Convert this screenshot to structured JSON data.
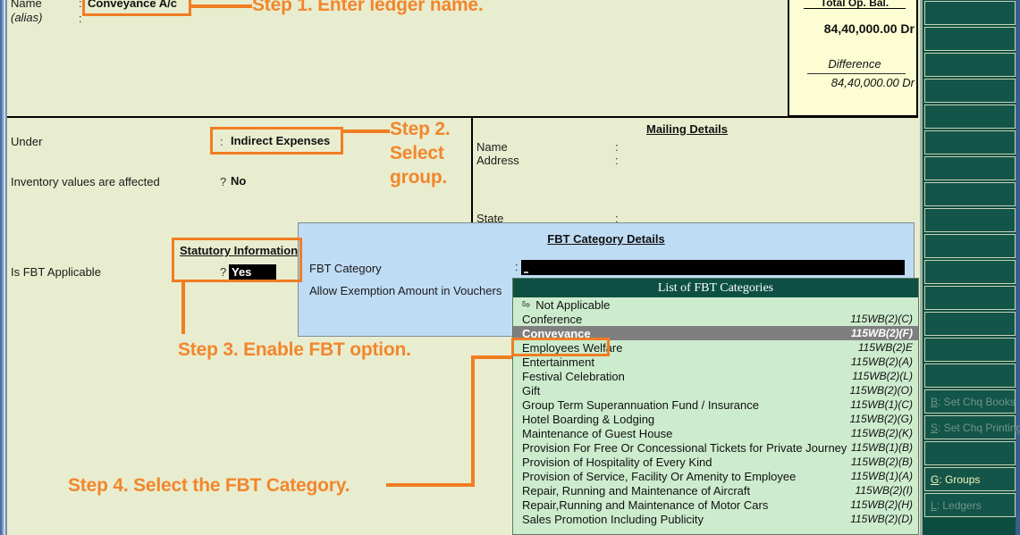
{
  "form": {
    "name_label": "Name",
    "alias_label": "(alias)",
    "name_value": "Conveyance A/c",
    "under_label": "Under",
    "under_value": "Indirect Expenses",
    "inventory_label": "Inventory values are affected",
    "inventory_value": "No",
    "fbt_label": "Is FBT Applicable",
    "fbt_value": "Yes",
    "statutory_heading": "Statutory Information",
    "colon": ":",
    "question": "?"
  },
  "balance": {
    "title": "Total Op. Bal.",
    "amount": "84,40,000.00 Dr",
    "difference_label": "Difference",
    "difference_amount": "84,40,000.00 Dr"
  },
  "mailing": {
    "heading": "Mailing Details",
    "rows": [
      {
        "label": "Name",
        "value": ""
      },
      {
        "label": "Address",
        "value": ""
      },
      {
        "label": "State",
        "value": ""
      }
    ]
  },
  "fbt_dialog": {
    "heading": "FBT Category Details",
    "category_label": "FBT Category",
    "category_value": "",
    "exemption_label": "Allow Exemption Amount in Vouchers"
  },
  "fbt_list": {
    "title": "List of FBT Categories",
    "items": [
      {
        "name": "Not Applicable",
        "code": "",
        "selected": false,
        "enter": true
      },
      {
        "name": "Conference",
        "code": "115WB(2)(C)",
        "selected": false,
        "enter": false
      },
      {
        "name": "Conveyance",
        "code": "115WB(2)(F)",
        "selected": true,
        "enter": false
      },
      {
        "name": "Employees Welfare",
        "code": "115WB(2)E",
        "selected": false,
        "enter": false
      },
      {
        "name": "Entertainment",
        "code": "115WB(2)(A)",
        "selected": false,
        "enter": false
      },
      {
        "name": "Festival Celebration",
        "code": "115WB(2)(L)",
        "selected": false,
        "enter": false
      },
      {
        "name": "Gift",
        "code": "115WB(2)(O)",
        "selected": false,
        "enter": false
      },
      {
        "name": "Group Term Superannuation Fund / Insurance",
        "code": "115WB(1)(C)",
        "selected": false,
        "enter": false
      },
      {
        "name": "Hotel Boarding & Lodging",
        "code": "115WB(2)(G)",
        "selected": false,
        "enter": false
      },
      {
        "name": "Maintenance of Guest House",
        "code": "115WB(2)(K)",
        "selected": false,
        "enter": false
      },
      {
        "name": "Provision For Free Or Concessional Tickets for Private Journey",
        "code": "115WB(1)(B)",
        "selected": false,
        "enter": false
      },
      {
        "name": "Provision of Hospitality of Every Kind",
        "code": "115WB(2)(B)",
        "selected": false,
        "enter": false
      },
      {
        "name": "Provision of Service, Facility Or Amenity to Employee",
        "code": "115WB(1)(A)",
        "selected": false,
        "enter": false
      },
      {
        "name": "Repair, Running and Maintenance of Aircraft",
        "code": "115WB(2)(I)",
        "selected": false,
        "enter": false
      },
      {
        "name": "Repair,Running and Maintenance of Motor Cars",
        "code": "115WB(2)(H)",
        "selected": false,
        "enter": false
      },
      {
        "name": "Sales Promotion Including Publicity",
        "code": "115WB(2)(D)",
        "selected": false,
        "enter": false
      }
    ]
  },
  "sidebar": {
    "buttons": [
      {
        "key": "",
        "label": "",
        "state": "empty"
      },
      {
        "key": "",
        "label": "",
        "state": "empty"
      },
      {
        "key": "",
        "label": "",
        "state": "empty"
      },
      {
        "key": "",
        "label": "",
        "state": "empty"
      },
      {
        "key": "",
        "label": "",
        "state": "empty"
      },
      {
        "key": "",
        "label": "",
        "state": "empty"
      },
      {
        "key": "",
        "label": "",
        "state": "empty"
      },
      {
        "key": "",
        "label": "",
        "state": "empty"
      },
      {
        "key": "",
        "label": "",
        "state": "empty"
      },
      {
        "key": "",
        "label": "",
        "state": "empty"
      },
      {
        "key": "",
        "label": "",
        "state": "empty"
      },
      {
        "key": "",
        "label": "",
        "state": "empty"
      },
      {
        "key": "",
        "label": "",
        "state": "empty"
      },
      {
        "key": "",
        "label": "",
        "state": "empty"
      },
      {
        "key": "",
        "label": "",
        "state": "empty"
      },
      {
        "key": "B",
        "label": ": Set Chq Books",
        "state": "dim"
      },
      {
        "key": "S",
        "label": ": Set Chq Printing",
        "state": "dim"
      },
      {
        "key": "",
        "label": "",
        "state": "empty"
      },
      {
        "key": "G",
        "label": ": Groups",
        "state": "bright"
      },
      {
        "key": "L",
        "label": ": Ledgers",
        "state": "dim"
      }
    ]
  },
  "annotations": {
    "step1": "Step 1. Enter ledger name.",
    "step2": "Step 2. Select group.",
    "step3": "Step 3. Enable FBT option.",
    "step4": "Step 4. Select the FBT Category.",
    "accent_color": "#f07d22"
  }
}
